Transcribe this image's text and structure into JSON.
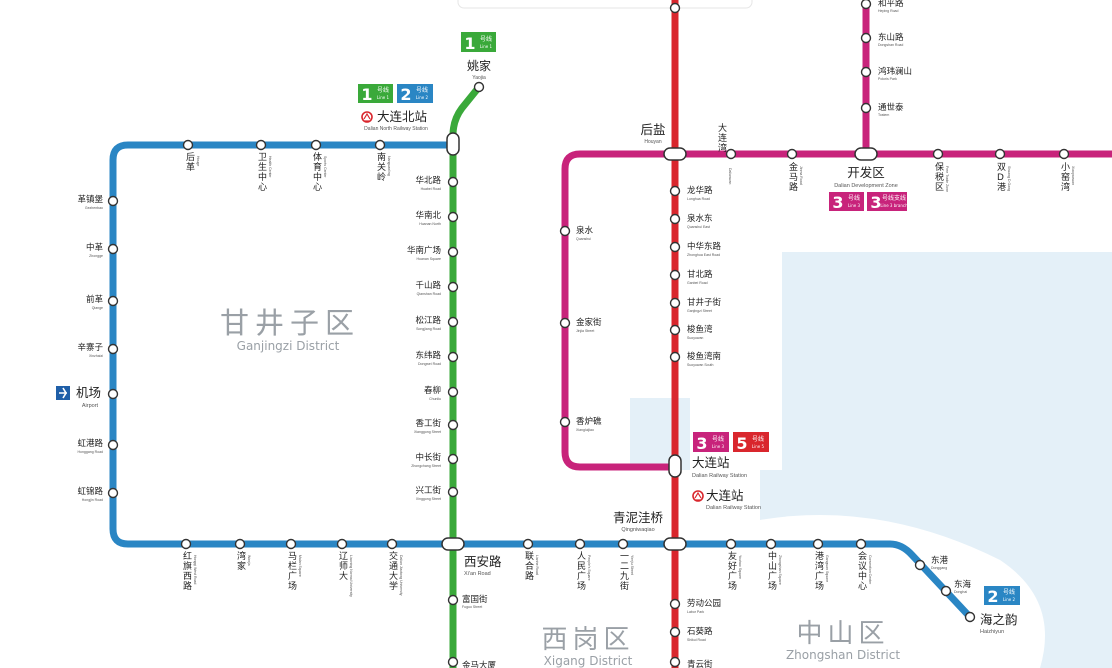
{
  "colors": {
    "line1": "#3aa93a",
    "line2": "#2a86c4",
    "line3": "#c8237b",
    "line5": "#d9262d",
    "water": "#e4f0f8",
    "station_fill": "#ffffff"
  },
  "districts": {
    "ganjingzi": {
      "cn": "甘井子区",
      "en": "Ganjingzi District"
    },
    "xigang": {
      "cn": "西岗区",
      "en": "Xigang District"
    },
    "zhongshan": {
      "cn": "中山区",
      "en": "Zhongshan District"
    }
  },
  "badges": {
    "l1_top": {
      "num": "1",
      "cn": "号线",
      "en": "Line 1"
    },
    "l1_dl": {
      "num": "1",
      "cn": "号线",
      "en": "Line 1"
    },
    "l2_dl": {
      "num": "2",
      "cn": "号线",
      "en": "Line 2"
    },
    "l3_kfq": {
      "num": "3",
      "cn": "号线",
      "en": "Line 3"
    },
    "l3b_kfq": {
      "num": "3",
      "cn": "号线支线",
      "en": "Line 3 branch"
    },
    "l3_dlz": {
      "num": "3",
      "cn": "号线",
      "en": "Line 3"
    },
    "l5_dlz": {
      "num": "5",
      "cn": "号线",
      "en": "Line 5"
    },
    "l2_hzy": {
      "num": "2",
      "cn": "号线",
      "en": "Line 2"
    }
  },
  "stations": {
    "yaojia": {
      "cn": "姚家",
      "en": "Yaojia"
    },
    "dalianbei": {
      "cn": "大连北站",
      "en": "Dalian North Railway Station"
    },
    "houyan": {
      "cn": "后盐",
      "en": "Houyan"
    },
    "kaifaqu": {
      "cn": "开发区",
      "en": "Dalian Development Zone"
    },
    "dalianzhan_l3": {
      "cn": "大连站",
      "en": "Dalian Railway Station"
    },
    "dalianzhan_rail": {
      "cn": "大连站",
      "en": "Dalian Railway Station"
    },
    "qingniwaqiao": {
      "cn": "青泥洼桥",
      "en": "Qingniwaqiao"
    },
    "xianlu": {
      "cn": "西安路",
      "en": "Xi'an Road"
    },
    "haizhiyun": {
      "cn": "海之韵",
      "en": "Haizhiyun"
    },
    "jichang": {
      "cn": "机场",
      "en": "Airport"
    },
    "hbl": {
      "cn": "华北路",
      "en": "Huabei Road"
    },
    "hnb": {
      "cn": "华南北",
      "en": "Huanan North"
    },
    "hngc": {
      "cn": "华南广场",
      "en": "Huanan Square"
    },
    "qsl": {
      "cn": "千山路",
      "en": "Qianshan Road"
    },
    "sjl": {
      "cn": "松江路",
      "en": "Songjiang Road"
    },
    "dwl": {
      "cn": "东纬路",
      "en": "Dongwei Road"
    },
    "cl": {
      "cn": "春柳",
      "en": "Chunliu"
    },
    "xgj": {
      "cn": "香工街",
      "en": "Xianggong Street"
    },
    "zcj": {
      "cn": "中长街",
      "en": "Zhongchang Street"
    },
    "xgjie": {
      "cn": "兴工街",
      "en": "Xinggong Street"
    },
    "fgj": {
      "cn": "富国街",
      "en": "Fuguo Street"
    },
    "hzb": {
      "cn": "革镇堡",
      "en": "Gezhenbao"
    },
    "zg": {
      "cn": "中革",
      "en": "Zhongge"
    },
    "qg": {
      "cn": "前革",
      "en": "Qiange"
    },
    "xzz": {
      "cn": "辛寨子",
      "en": "Xinzhaizi"
    },
    "hgl": {
      "cn": "虹港路",
      "en": "Honggang Road"
    },
    "hjl": {
      "cn": "虹锦路",
      "en": "Hongjin Road"
    },
    "lhl": {
      "cn": "龙华路",
      "en": "Longhua Road"
    },
    "qsd": {
      "cn": "泉水东",
      "en": "Quanshui East"
    },
    "zhdl": {
      "cn": "中华东路",
      "en": "Zhonghua East Road"
    },
    "gbl": {
      "cn": "甘北路",
      "en": "Ganbei Road"
    },
    "gjzj": {
      "cn": "甘井子街",
      "en": "Ganjingzi Street"
    },
    "syw": {
      "cn": "梭鱼湾",
      "en": "Suoyuwan"
    },
    "sywn": {
      "cn": "梭鱼湾南",
      "en": "Suoyuwan South"
    },
    "qs": {
      "cn": "泉水",
      "en": "Quanshui"
    },
    "jjj": {
      "cn": "金家街",
      "en": "Jinjia Street"
    },
    "xlc": {
      "cn": "香炉礁",
      "en": "Xiangluijiao"
    },
    "hshl": {
      "cn": "和平路",
      "en": "Heping Road"
    },
    "dsl": {
      "cn": "东山路",
      "en": "Dongshan Road"
    },
    "hzt": {
      "cn": "鸿玮澜山",
      "en": "Poloris Park"
    },
    "tst": {
      "cn": "通世泰",
      "en": "Tostem"
    },
    "ldgy": {
      "cn": "劳动公园",
      "en": "Labor Park"
    },
    "sxl": {
      "cn": "石葵路",
      "en": "Shikui Road"
    },
    "qyj": {
      "cn": "青云街",
      "en": ""
    },
    "jsxd": {
      "cn": "金马大厦",
      "en": ""
    },
    "dg": {
      "cn": "东港",
      "en": "Donggang"
    },
    "dh": {
      "cn": "东海",
      "en": "Donghai"
    }
  },
  "vstations": {
    "houge": {
      "cn": "后革",
      "en": "Houge"
    },
    "wszx": {
      "cn": "卫生中心",
      "en": "Health Center"
    },
    "tyzx": {
      "cn": "体育中心",
      "en": "Sports Center"
    },
    "ngl": {
      "cn": "南关岭",
      "en": "Nanguanling"
    },
    "hqxl": {
      "cn": "红旗西路",
      "en": "Hongqi West Road"
    },
    "wj": {
      "cn": "湾家",
      "en": "Wanjia"
    },
    "mlgc": {
      "cn": "马栏广场",
      "en": "Malan Square"
    },
    "lyd": {
      "cn": "辽师大",
      "en": "Liaoning Normal University"
    },
    "jtdx": {
      "cn": "交通大学",
      "en": "Dalian Jiaotong University"
    },
    "lhl2": {
      "cn": "联合路",
      "en": "Lianhe Road"
    },
    "rmgc": {
      "cn": "人民广场",
      "en": "People's Square"
    },
    "eeqj": {
      "cn": "一二九街",
      "en": "Yierjiu Street"
    },
    "yhgc": {
      "cn": "友好广场",
      "en": "Youhao Square"
    },
    "zsgc": {
      "cn": "中山广场",
      "en": "Zhongshan Square"
    },
    "gwgc": {
      "cn": "港湾广场",
      "en": "Gangwan Square"
    },
    "hyzx": {
      "cn": "会议中心",
      "en": "Convention Center"
    },
    "dlw": {
      "cn": "大连湾",
      "en": "Dalianwan"
    },
    "jml": {
      "cn": "金马路",
      "en": "Jinma Road"
    },
    "bsq": {
      "cn": "保税区",
      "en": "Free Trade Zone"
    },
    "sdg": {
      "cn": "双D港",
      "en": "Shuang D Gang"
    },
    "xyw": {
      "cn": "小窑湾",
      "en": "Xiaoyaowan"
    }
  }
}
